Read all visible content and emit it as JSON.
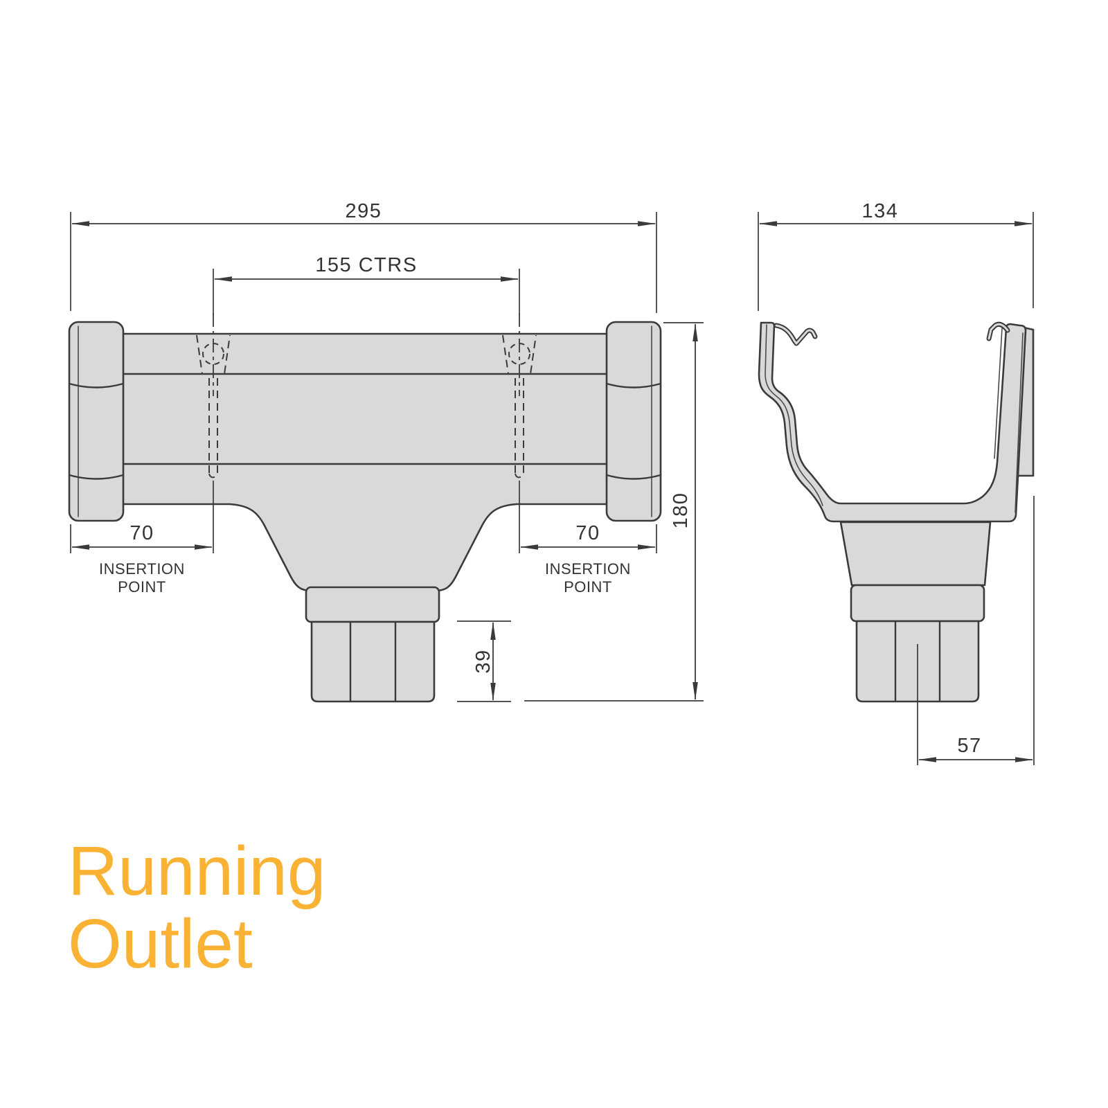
{
  "page": {
    "background": "#FFFFFF"
  },
  "title": {
    "line1": "Running",
    "line2": "Outlet",
    "color": "#F9B233"
  },
  "drawing": {
    "part_fill_color": "#D9D9D9",
    "line_color": "#3A3A3A",
    "front_view": {
      "dim_overall_width": "295",
      "dim_fixing_centres": "155 CTRS",
      "dim_insertion_left": "70",
      "dim_insertion_right": "70",
      "insertion_label_line1": "INSERTION",
      "insertion_label_line2": "POINT",
      "dim_spigot_depth": "39",
      "dim_overall_height": "180"
    },
    "side_view": {
      "dim_overall_depth": "134",
      "dim_outlet_centre_to_back": "57"
    }
  }
}
